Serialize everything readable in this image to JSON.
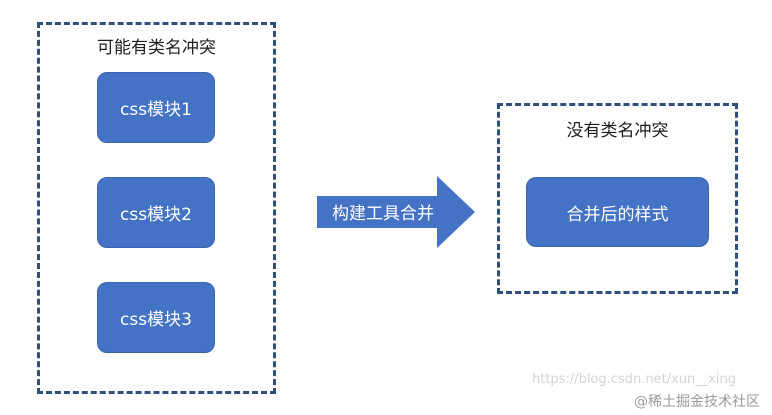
{
  "left_group": {
    "title": "可能有类名冲突",
    "modules": [
      "css模块1",
      "css模块2",
      "css模块3"
    ]
  },
  "arrow": {
    "label": "构建工具合并"
  },
  "right_group": {
    "title": "没有类名冲突",
    "result": "合并后的样式"
  },
  "watermark": {
    "url": "https://blog.csdn.net/xun__xing",
    "site": "@稀土掘金技术社区"
  },
  "colors": {
    "box_fill": "#4472c4",
    "dashed_border": "#2f4f7f",
    "arrow_fill": "#4472c4"
  }
}
